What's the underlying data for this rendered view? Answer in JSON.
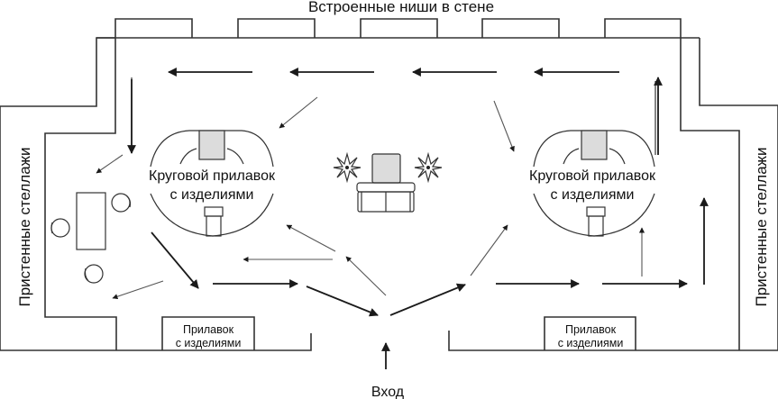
{
  "diagram": {
    "title_top": "Встроенные ниши в стене",
    "left_shelves": "Пристенные стеллажи",
    "right_shelves": "Пристенные стеллажи",
    "round_counter_left": {
      "line1": "Круговой прилавок",
      "line2": "с изделиями"
    },
    "round_counter_right": {
      "line1": "Круговой прилавок",
      "line2": "с изделиями"
    },
    "counter_bottom_left": {
      "line1": "Прилавок",
      "line2": "с изделиями"
    },
    "counter_bottom_right": {
      "line1": "Прилавок",
      "line2": "с изделиями"
    },
    "entrance": "Вход",
    "niche_count": 5,
    "colors": {
      "line": "#333333",
      "fill_grey": "#dcdcdc",
      "background": "#ffffff"
    }
  }
}
